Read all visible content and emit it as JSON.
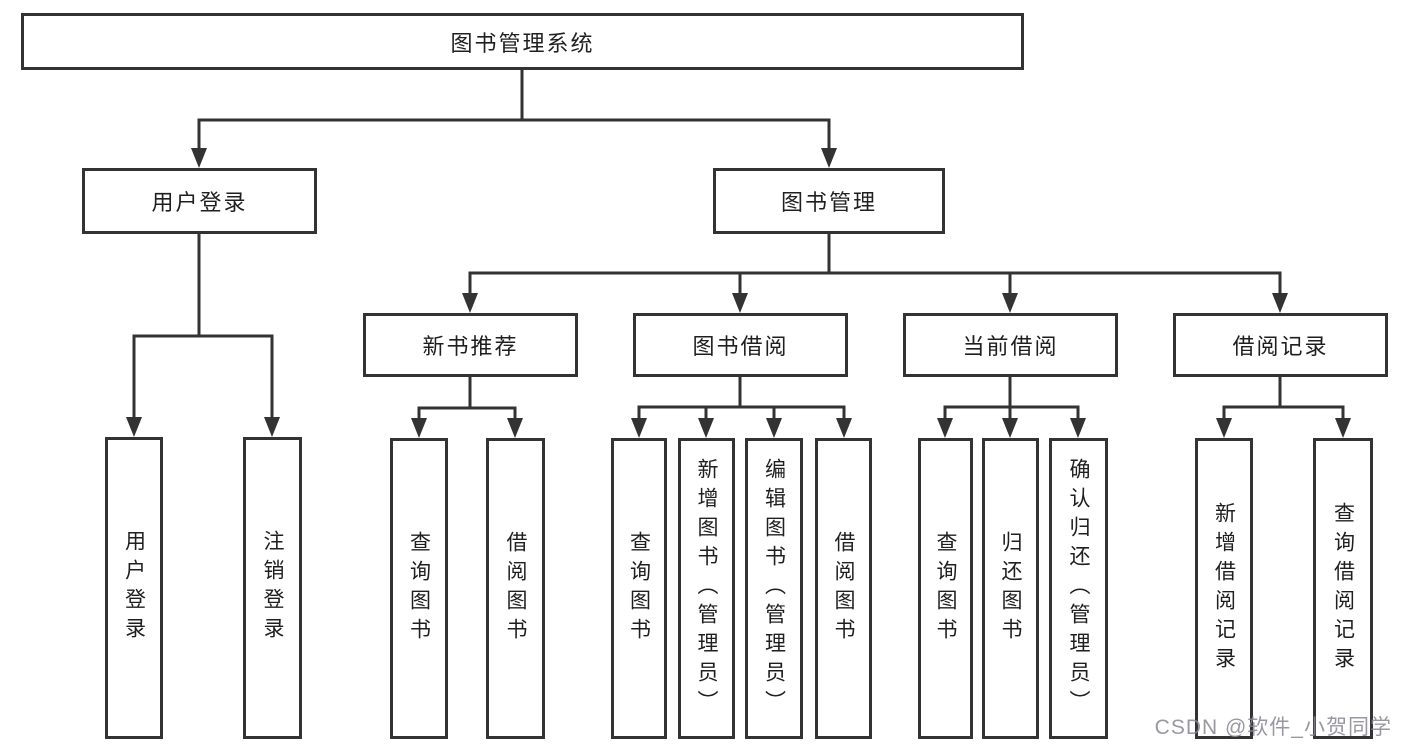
{
  "diagram": {
    "root": {
      "label": "图书管理系统"
    },
    "branches": [
      {
        "label": "用户登录",
        "children": [
          "用户登录",
          "注销登录"
        ]
      },
      {
        "label": "图书管理",
        "children": [
          {
            "label": "新书推荐",
            "children": [
              "查询图书",
              "借阅图书"
            ]
          },
          {
            "label": "图书借阅",
            "children": [
              "查询图书",
              "新增图书（管理员）",
              "编辑图书（管理员）",
              "借阅图书"
            ]
          },
          {
            "label": "当前借阅",
            "children": [
              "查询图书",
              "归还图书",
              "确认归还（管理员）"
            ]
          },
          {
            "label": "借阅记录",
            "children": [
              "新增借阅记录",
              "查询借阅记录"
            ]
          }
        ]
      }
    ]
  },
  "colors": {
    "line": "#333333",
    "text": "#1f1f1f",
    "box_background": "#ffffff",
    "watermark": "#868692"
  },
  "watermark": {
    "text": "CSDN @软件_小贺同学"
  }
}
